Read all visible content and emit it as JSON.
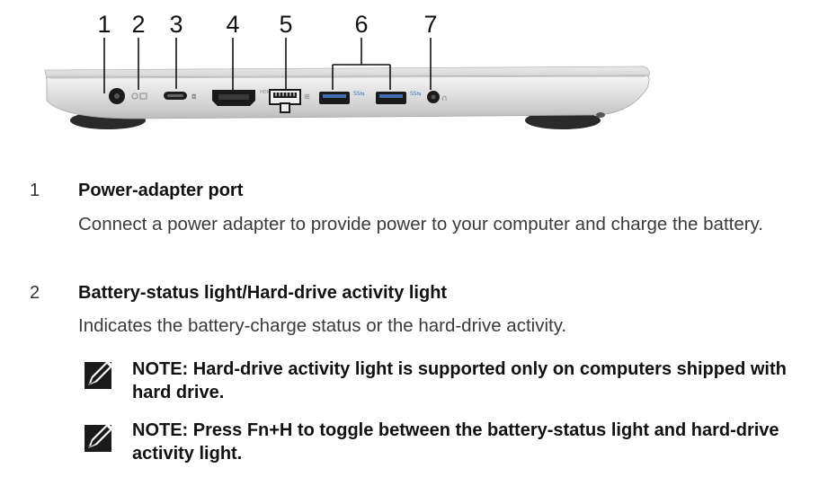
{
  "figure": {
    "callouts": [
      "1",
      "2",
      "3",
      "4",
      "5",
      "6",
      "7"
    ]
  },
  "items": [
    {
      "number": "1",
      "title": "Power-adapter port",
      "description": "Connect a power adapter to provide power to your computer and charge the battery."
    },
    {
      "number": "2",
      "title": "Battery-status light/Hard-drive activity light",
      "description": "Indicates the battery-charge status or the hard-drive activity."
    }
  ],
  "notes": [
    {
      "icon": "note-pencil-icon",
      "text": "NOTE: Hard-drive activity light is supported only on computers shipped with hard drive."
    },
    {
      "icon": "note-pencil-icon",
      "text": "NOTE: Press Fn+H to toggle between the battery-status light and hard-drive activity light."
    }
  ]
}
